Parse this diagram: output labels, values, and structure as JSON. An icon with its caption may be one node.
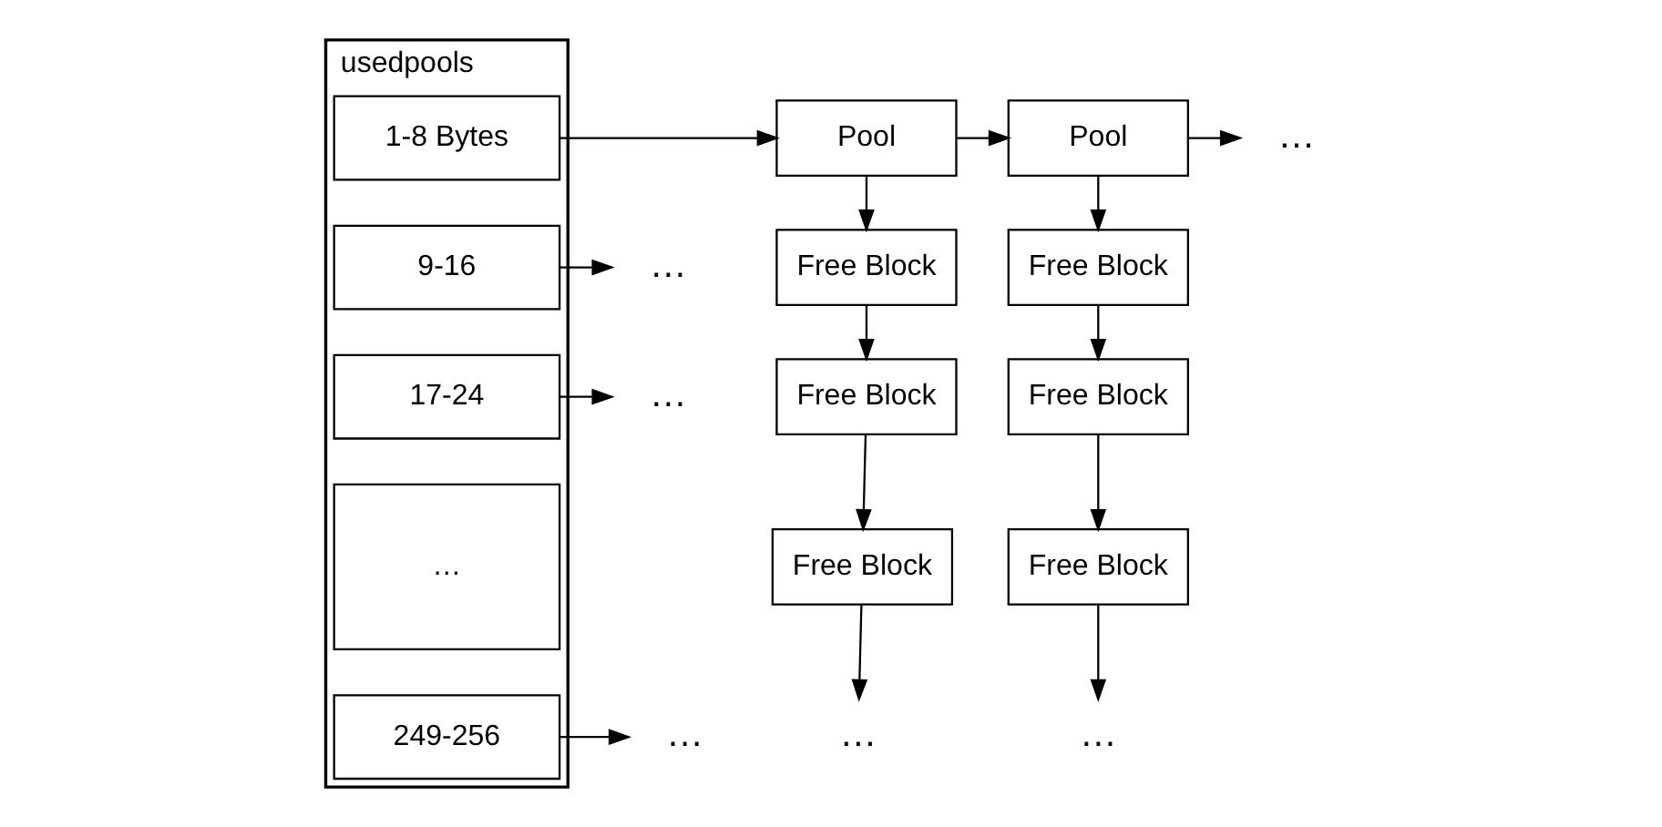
{
  "diagram": {
    "nodes": [
      {
        "text": [
          "usedpools"
        ]
      },
      {
        "text": [
          "1-8 Bytes"
        ],
        "in": 0
      },
      {
        "text": [
          "9-16"
        ],
        "in": 0
      },
      {
        "text": [
          "17-24"
        ],
        "in": 0
      },
      {
        "text": [
          "…"
        ],
        "in": 0
      },
      {
        "text": [
          "249-256"
        ],
        "in": 0
      },
      {
        "text": [
          "Pool"
        ]
      },
      {
        "text": [
          "Free Block"
        ]
      },
      {
        "text": [
          "Free Block"
        ]
      },
      {
        "text": [
          "Free Block"
        ]
      },
      {
        "text": [
          "Pool"
        ]
      },
      {
        "text": [
          "Free Block"
        ]
      },
      {
        "text": [
          "Free Block"
        ]
      },
      {
        "text": [
          "Free Block"
        ]
      },
      {
        "text": [
          "…"
        ]
      },
      {
        "text": [
          "…"
        ]
      },
      {
        "text": [
          "…"
        ]
      },
      {
        "text": [
          "…"
        ]
      },
      {
        "text": [
          "…"
        ]
      },
      {
        "text": [
          "…"
        ]
      }
    ],
    "edges": [
      {
        "from": 1,
        "to": 6,
        "arrow": "to"
      },
      {
        "from": 2,
        "to": 14,
        "arrow": "to"
      },
      {
        "from": 3,
        "to": 15,
        "arrow": "to"
      },
      {
        "from": 5,
        "to": 16,
        "arrow": "to"
      },
      {
        "from": 6,
        "to": 10,
        "arrow": "to"
      },
      {
        "from": 10,
        "to": 17,
        "arrow": "to"
      },
      {
        "from": 6,
        "to": 7,
        "arrow": "to"
      },
      {
        "from": 7,
        "to": 8,
        "arrow": "to"
      },
      {
        "from": 8,
        "to": 9,
        "arrow": "to"
      },
      {
        "from": 9,
        "to": 18,
        "arrow": "to"
      },
      {
        "from": 10,
        "to": 11,
        "arrow": "to"
      },
      {
        "from": 11,
        "to": 12,
        "arrow": "to"
      },
      {
        "from": 12,
        "to": 13,
        "arrow": "to"
      },
      {
        "from": 13,
        "to": 19,
        "arrow": "to"
      }
    ]
  }
}
